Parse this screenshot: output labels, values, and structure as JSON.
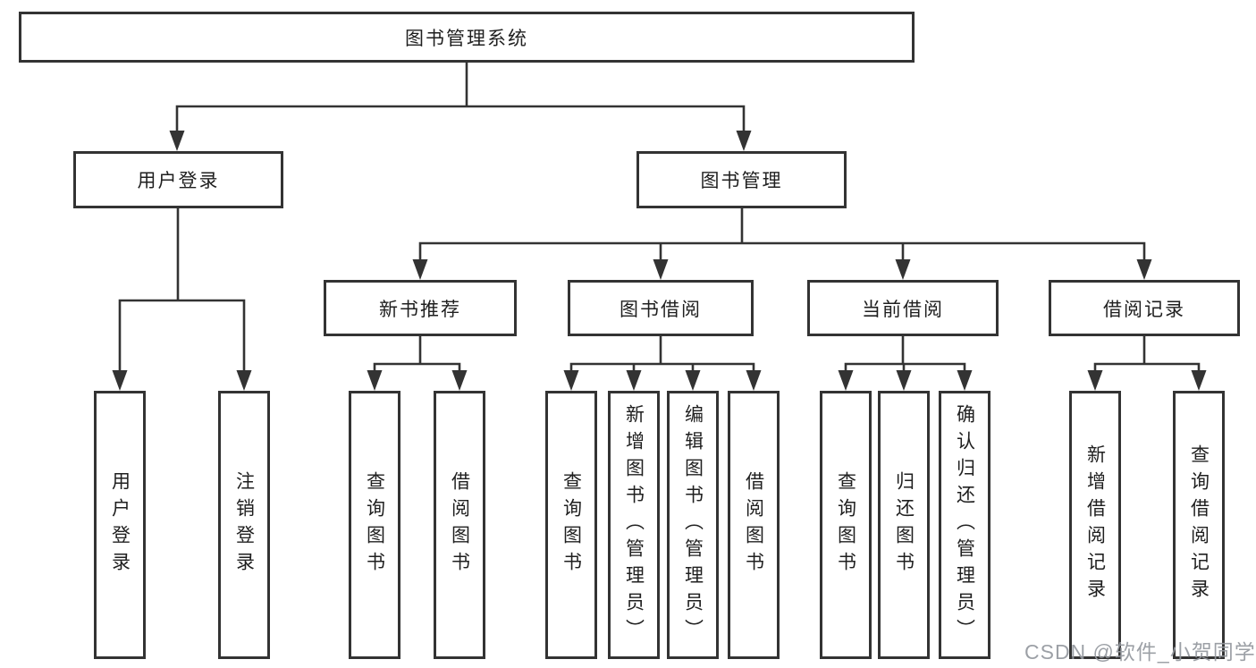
{
  "diagram": {
    "root": {
      "label": "图书管理系统"
    },
    "level2": [
      {
        "label": "用户登录"
      },
      {
        "label": "图书管理"
      }
    ],
    "level3": [
      {
        "label": "新书推荐"
      },
      {
        "label": "图书借阅"
      },
      {
        "label": "当前借阅"
      },
      {
        "label": "借阅记录"
      }
    ],
    "leaves": {
      "user_login": [
        "用户登录",
        "注销登录"
      ],
      "new_books": [
        "查询图书",
        "借阅图书"
      ],
      "book_borrow": [
        "查询图书",
        "新增图书（管理员）",
        "编辑图书（管理员）",
        "借阅图书"
      ],
      "current_borrow": [
        "查询图书",
        "归还图书",
        "确认归还（管理员）"
      ],
      "borrow_records": [
        "新增借阅记录",
        "查询借阅记录"
      ]
    },
    "watermark": "CSDN @软件_小贺同学",
    "colors": {
      "line": "#333333",
      "text": "#1f1f1f",
      "background": "#ffffff",
      "watermark": "#94989e"
    }
  }
}
